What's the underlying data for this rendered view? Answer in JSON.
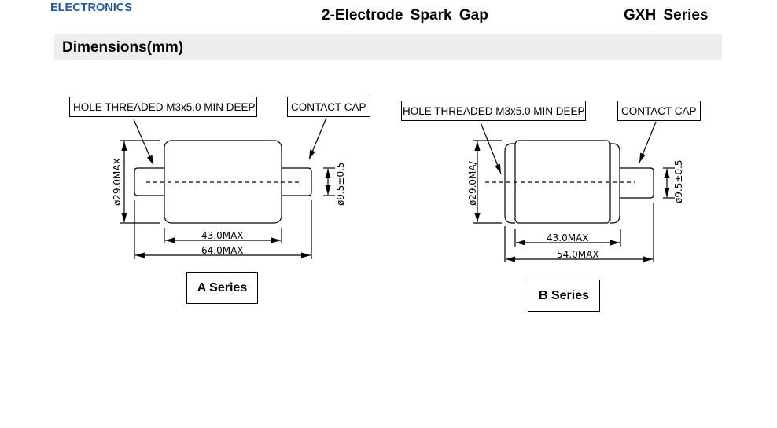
{
  "header": {
    "brand": "ELECTRONICS",
    "title": "2-Electrode  Spark  Gap",
    "series": "GXH  Series"
  },
  "section": {
    "title": "Dimensions(mm)"
  },
  "drawings": {
    "a": {
      "callout_hole": "HOLE THREADED M3x5.0 MIN DEEP",
      "callout_cap": "CONTACT CAP",
      "dim_diameter": "ø29.0MAX",
      "dim_cap_diameter": "ø9.5±0.5",
      "dim_body_length": "43.0MAX",
      "dim_total_length": "64.0MAX",
      "label": "A Series"
    },
    "b": {
      "callout_hole": "HOLE THREADED M3x5.0 MIN DEEP",
      "callout_cap": "CONTACT CAP",
      "dim_diameter": "ø29.0MA/",
      "dim_cap_diameter": "ø9.5±0.5",
      "dim_body_length": "43.0MAX",
      "dim_total_length": "54.0MAX",
      "label": "B Series"
    }
  },
  "colors": {
    "brand": "#1f5aa6",
    "section_bar": "#eeeeee"
  }
}
